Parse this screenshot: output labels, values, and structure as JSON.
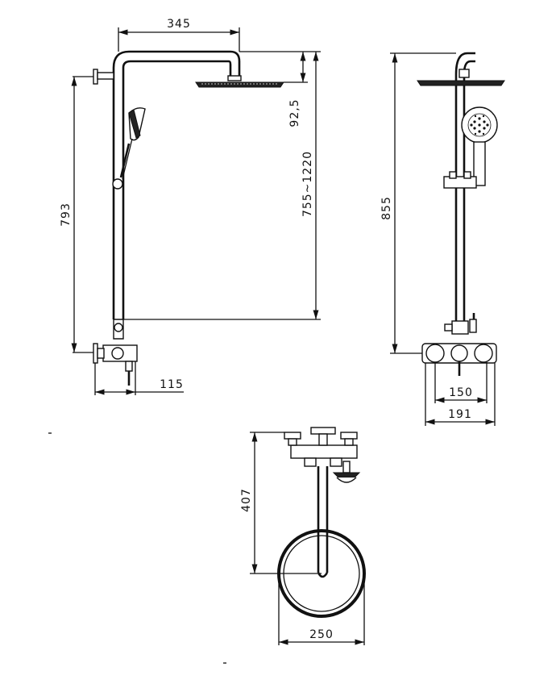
{
  "dimensions": {
    "head_arm_length": "345",
    "head_drop": "92,5",
    "adjustable_height": "755~1220",
    "slide_rail_height": "793",
    "wall_offset": "115",
    "total_height": "855",
    "inlet_centers": "150",
    "mixer_width": "191",
    "spout_reach": "407",
    "head_diameter": "250"
  },
  "colors": {
    "line": "#111111",
    "background": "#ffffff"
  },
  "icons": [
    "arrowhead",
    "shower-head",
    "hand-shower",
    "mixer-valve",
    "handle-knob"
  ]
}
